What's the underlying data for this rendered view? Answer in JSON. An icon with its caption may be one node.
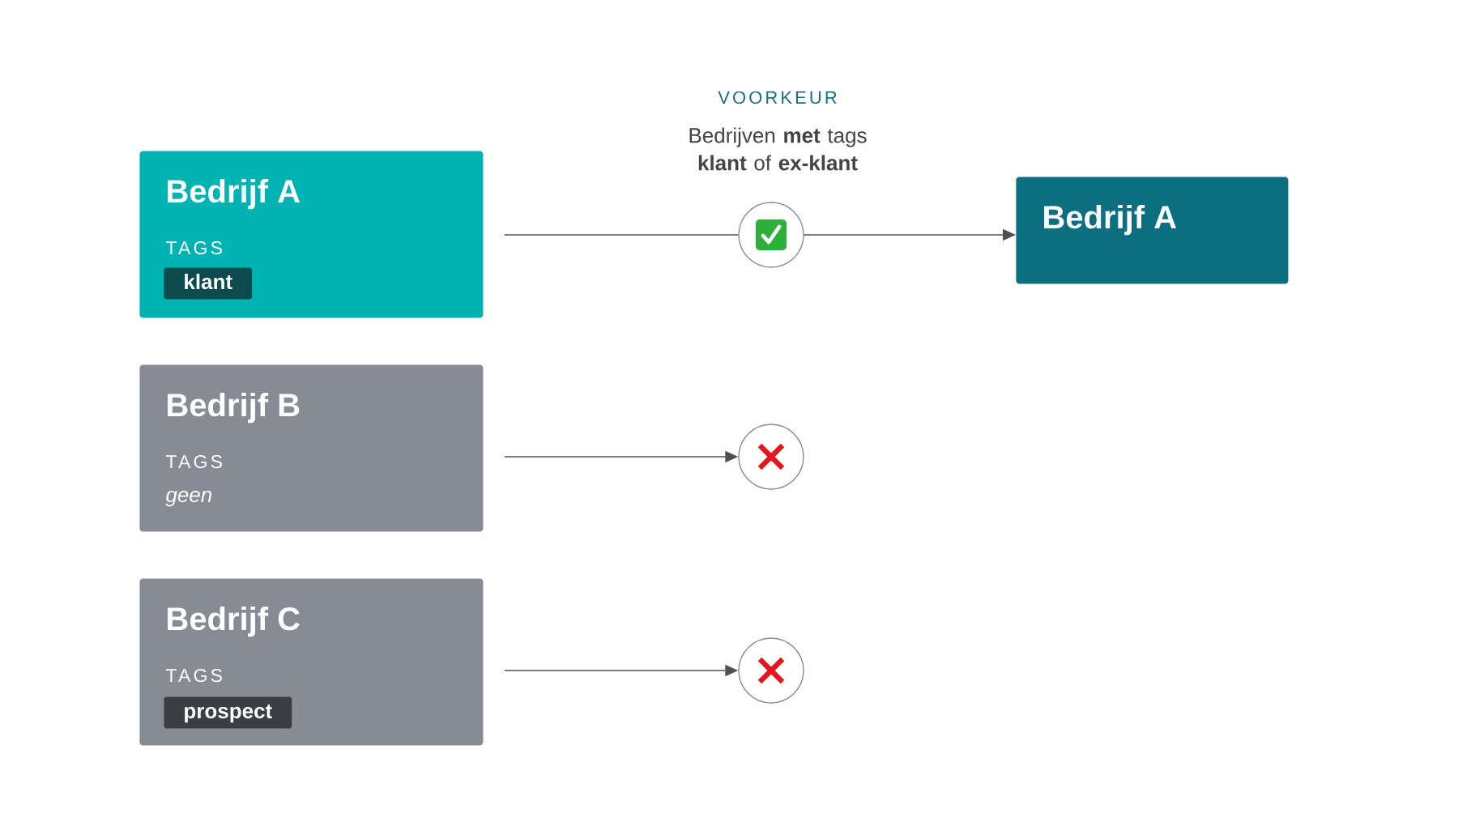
{
  "diagram": {
    "nodes": [
      {
        "text": [
          "Bedrijf A",
          "TAGS"
        ]
      },
      {
        "text": [
          "klant"
        ],
        "in": 0
      },
      {
        "text": [],
        "shape": "circle"
      },
      {
        "text": [
          "Bedrijf A"
        ]
      },
      {
        "text": [
          "Bedrijf B",
          "TAGS",
          "geen"
        ]
      },
      {
        "text": [],
        "shape": "circle"
      },
      {
        "text": [
          "Bedrijf C",
          "TAGS"
        ]
      },
      {
        "text": [
          "prospect"
        ],
        "in": 6
      },
      {
        "text": [],
        "shape": "circle"
      }
    ],
    "edges": [
      {
        "from": 0,
        "to": 2,
        "arrow": "none"
      },
      {
        "from": 2,
        "to": 3,
        "arrow": "to"
      },
      {
        "from": 4,
        "to": 5,
        "arrow": "to"
      },
      {
        "from": 6,
        "to": 8,
        "arrow": "to"
      }
    ],
    "labels": [
      "VOORKEUR",
      "Bedrijven **met** tags **klant** of **ex-klant**"
    ]
  }
}
